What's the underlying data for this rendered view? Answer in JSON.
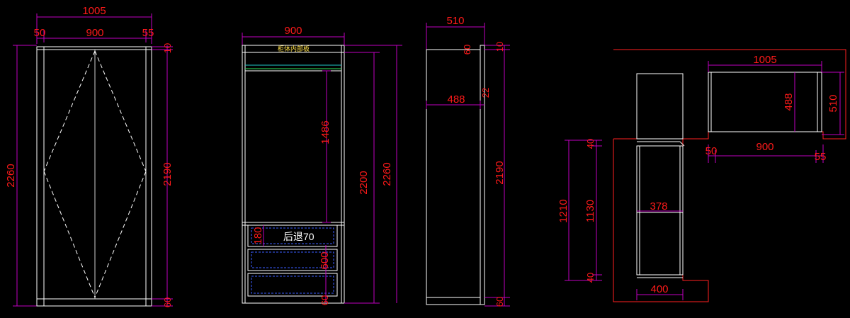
{
  "front_view": {
    "overall_width": "1005",
    "left_side": "50",
    "inner_width": "900",
    "right_side": "55",
    "total_height": "2260",
    "body_height": "2190",
    "top_dim": "10",
    "bottom_dim": "60"
  },
  "interior_view": {
    "width": "900",
    "label": "柜体内部板",
    "hang_height": "1486",
    "inner_height": "2200",
    "outer_height": "2260",
    "drawer_height": "180",
    "drawer_note": "后退70",
    "drawer_block": "600",
    "bottom_dim": "60"
  },
  "side_view": {
    "depth": "510",
    "top_dim": "60",
    "right_top": "10",
    "inner_depth": "488",
    "offset": "22",
    "height": "2190",
    "bottom_dim": "60"
  },
  "plan_view": {
    "left_total": "1210",
    "mid_height": "1130",
    "top_40": "40",
    "bottom_40": "40",
    "upper_width": "378",
    "lower_width": "400",
    "cab_width": "1005",
    "cab_depth": "488",
    "cab_outer_depth": "510",
    "left_50": "50",
    "inner_900": "900",
    "right_55": "55"
  }
}
